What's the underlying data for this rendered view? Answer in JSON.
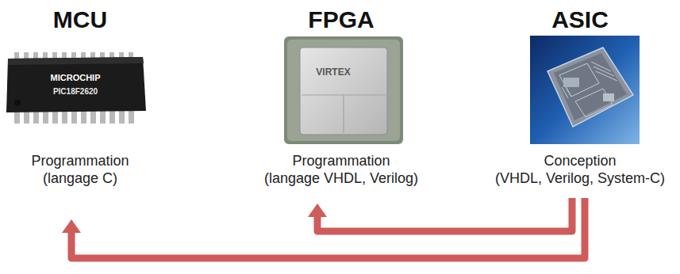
{
  "diagram": {
    "nodes": [
      {
        "text": [
          "MCU",
          "Programmation",
          "(langage C)"
        ]
      },
      {
        "text": [
          "FPGA",
          "Programmation",
          "(langage VHDL, Verilog)"
        ]
      },
      {
        "text": [
          "ASIC",
          "Conception",
          "(VHDL, Verilog, System-C)"
        ]
      }
    ],
    "edges": [
      {
        "from": 2,
        "to": 1,
        "arrow": "to"
      },
      {
        "from": 2,
        "to": 0,
        "arrow": "to"
      }
    ],
    "labels": [
      "MICROCHIP",
      "PIC18F2620",
      "VIRTEX"
    ]
  }
}
